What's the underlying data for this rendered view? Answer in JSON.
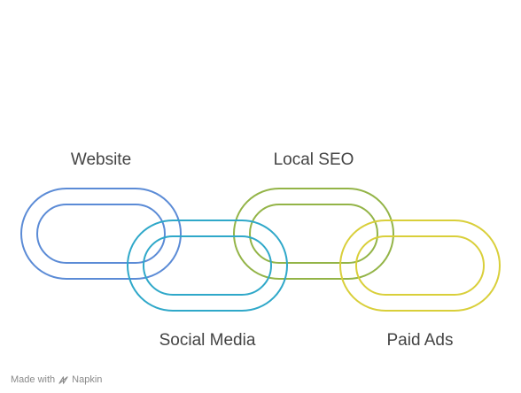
{
  "diagram": {
    "links": [
      {
        "label": "Website",
        "color": "#5b8bd6"
      },
      {
        "label": "Social Media",
        "color": "#2fa8c9"
      },
      {
        "label": "Local SEO",
        "color": "#93b447"
      },
      {
        "label": "Paid Ads",
        "color": "#d9cf3a"
      }
    ]
  },
  "footer": {
    "made_with": "Made with",
    "brand": "Napkin"
  }
}
